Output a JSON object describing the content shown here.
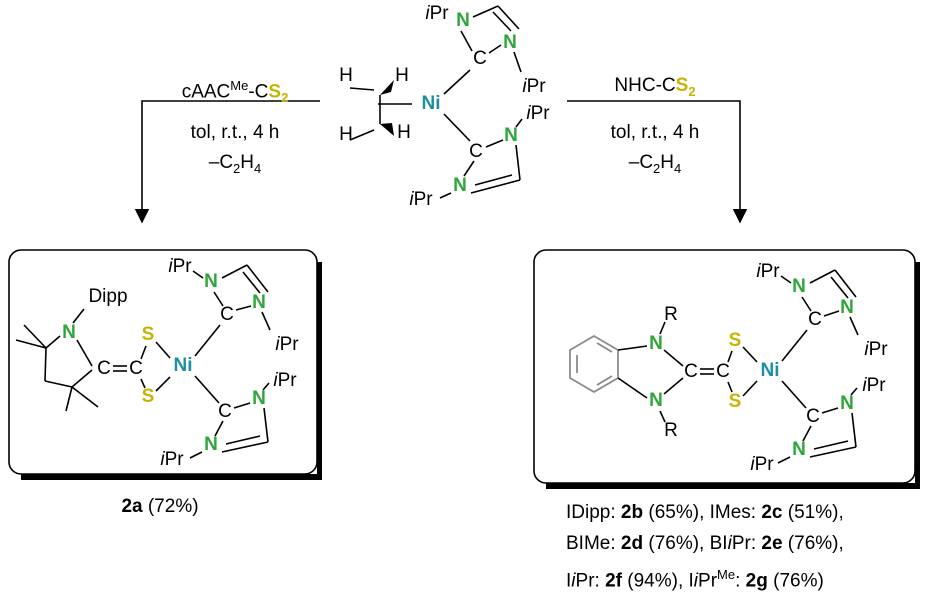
{
  "colors": {
    "nitrogen": "#2fa63a",
    "sulfur": "#c8b400",
    "nickel": "#1c8fa6",
    "bond": "#000000"
  },
  "atoms": {
    "N": "N",
    "Ni": "Ni",
    "C": "C",
    "S": "S",
    "H": "H",
    "ipr": "iPr",
    "dipp": "Dipp",
    "R": "R"
  },
  "reactions": {
    "left": {
      "reagent_pre": "cAAC",
      "reagent_sup": "Me",
      "reagent_mid": "-C",
      "reagent_S": "S",
      "reagent_sub": "2",
      "cond1": "tol, r.t., 4 h",
      "cond2_pre": "–C",
      "cond2_sub": "2",
      "cond2_post": "H",
      "cond2_sub2": "4"
    },
    "right": {
      "reagent_pre": "NHC-C",
      "reagent_S": "S",
      "reagent_sub": "2",
      "cond1": "tol, r.t., 4 h",
      "cond2_pre": "–C",
      "cond2_sub": "2",
      "cond2_post": "H",
      "cond2_sub2": "4"
    }
  },
  "products": {
    "left": {
      "label": "2a",
      "yield": " (72%)"
    },
    "right": {
      "line1": {
        "n1": "IDipp: ",
        "c1": "2b",
        "y1": " (65%),  IMes: ",
        "c2": "2c",
        "y2": " (51%),"
      },
      "line2": {
        "n1": "BIMe: ",
        "c1": "2d",
        "y1": " (76%),  BI",
        "i1": "i",
        "n2": "Pr: ",
        "c2": "2e",
        "y2": " (76%),"
      },
      "line3": {
        "n1": "I",
        "i1": "i",
        "n2": "Pr: ",
        "c1": "2f",
        "y1": " (94%),  I",
        "i2": "i",
        "n3": "Pr",
        "sup": "Me",
        "n4": ": ",
        "c2": "2g",
        "y2": " (76%)"
      }
    }
  }
}
